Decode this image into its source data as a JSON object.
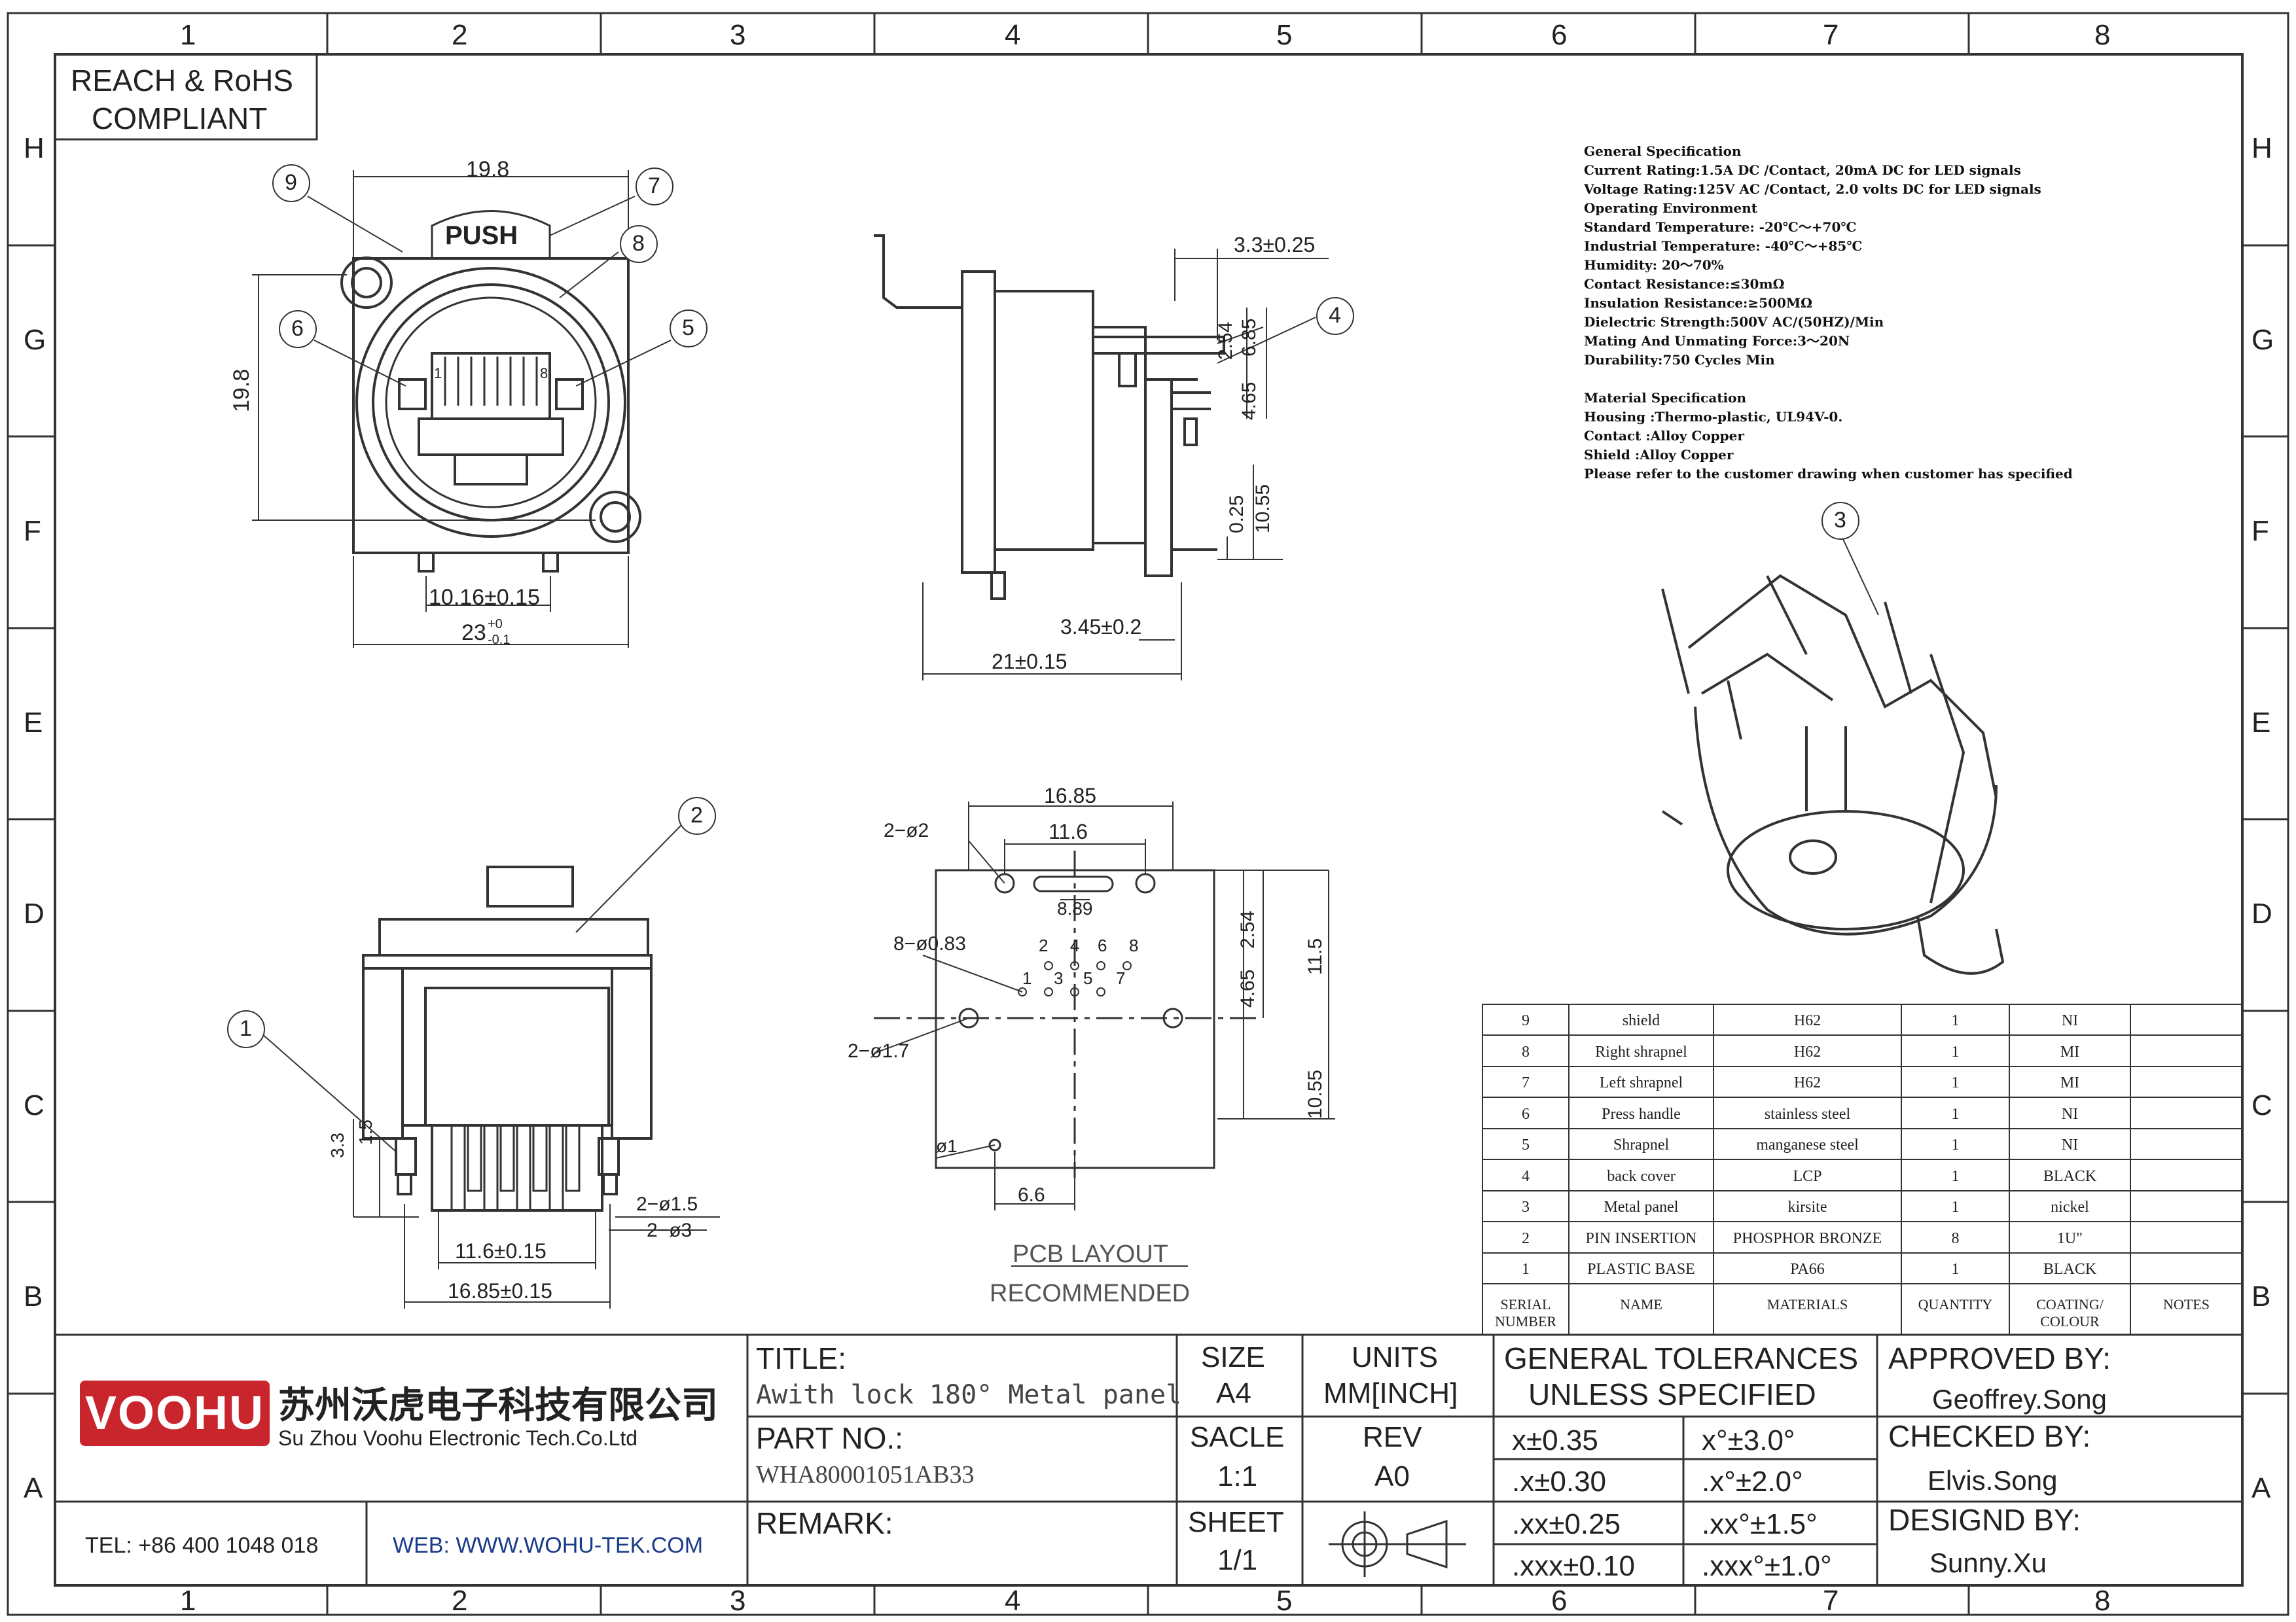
{
  "frame": {
    "columns": [
      "1",
      "2",
      "3",
      "4",
      "5",
      "6",
      "7",
      "8"
    ],
    "rows": [
      "H",
      "G",
      "F",
      "E",
      "D",
      "C",
      "B",
      "A"
    ]
  },
  "compliance": {
    "line1": "REACH & RoHS",
    "line2": "COMPLIANT"
  },
  "front_view": {
    "dim_width": "19.8",
    "dim_height": "19.8",
    "dim_pin_pitch": "10.16±0.15",
    "dim_overall_base": "23",
    "dim_overall_tol_upper": "+0",
    "dim_overall_tol_lower": "-0.1",
    "push_label": "PUSH",
    "pin_first": "1",
    "pin_last": "8",
    "balloons": [
      "9",
      "7",
      "8",
      "6",
      "5"
    ]
  },
  "side_view": {
    "dim_top": "3.3±0.25",
    "dim_254": "2.54",
    "dim_685": "6.85",
    "dim_465": "4.65",
    "dim_025": "0.25",
    "dim_1055": "10.55",
    "dim_345": "3.45±0.2",
    "dim_21": "21±0.15",
    "balloon": "4"
  },
  "bottom_view": {
    "dim_33": "3.3",
    "dim_15": "1.5",
    "dim_d15": "2−ø1.5",
    "dim_d3": "2−ø3",
    "dim_116": "11.6±0.15",
    "dim_1685": "16.85±0.15",
    "balloons": [
      "2",
      "1"
    ]
  },
  "pcb_layout": {
    "dim_1685": "16.85",
    "dim_116": "11.6",
    "dim_889": "8.89",
    "dim_d2": "2−ø2",
    "dim_d083": "8−ø0.83",
    "dim_d17": "2−ø1.7",
    "dim_254": "2.54",
    "dim_465": "4.65",
    "dim_115": "11.5",
    "dim_1055": "10.55",
    "dim_d1": "ø1",
    "dim_66": "6.6",
    "pins_top": [
      "2",
      "4",
      "6",
      "8"
    ],
    "pins_bottom": [
      "1",
      "3",
      "5",
      "7"
    ],
    "caption1": "PCB LAYOUT",
    "caption2": "RECOMMENDED"
  },
  "spec": [
    "General Specification",
    "Current Rating:1.5A DC /Contact, 20mA DC for LED signals",
    "Voltage Rating:125V AC /Contact, 2.0 volts DC for LED signals",
    "Operating Environment",
    "Standard Temperature:  -20℃～+70℃",
    "Industrial Temperature:  -40℃～+85℃",
    "Humidity: 20～70%",
    "Contact Resistance:≤30mΩ",
    "Insulation Resistance:≥500MΩ",
    "Dielectric Strength:500V AC/(50HZ)/Min",
    "Mating And Unmating Force:3～20N",
    "Durability:750 Cycles Min",
    "",
    "Material Specification",
    "Housing :Thermo-plastic, UL94V-0.",
    "Contact :Alloy Copper",
    "Shield  :Alloy Copper",
    "Please refer to the customer drawing when customer has specified"
  ],
  "iso_view": {
    "balloon": "3"
  },
  "bom": {
    "headers": [
      "SERIAL NUMBER",
      "NAME",
      "MATERIALS",
      "QUANTITY",
      "COATING/ COLOUR",
      "NOTES"
    ],
    "rows": [
      [
        "9",
        "shield",
        "H62",
        "1",
        "NI",
        ""
      ],
      [
        "8",
        "Right shrapnel",
        "H62",
        "1",
        "MI",
        ""
      ],
      [
        "7",
        "Left shrapnel",
        "H62",
        "1",
        "MI",
        ""
      ],
      [
        "6",
        "Press handle",
        "stainless steel",
        "1",
        "NI",
        ""
      ],
      [
        "5",
        "Shrapnel",
        "manganese steel",
        "1",
        "NI",
        ""
      ],
      [
        "4",
        "back cover",
        "LCP",
        "1",
        "BLACK",
        ""
      ],
      [
        "3",
        "Metal panel",
        "kirsite",
        "1",
        "nickel",
        ""
      ],
      [
        "2",
        "PIN INSERTION",
        "PHOSPHOR BRONZE",
        "8",
        "1U\"",
        ""
      ],
      [
        "1",
        "PLASTIC BASE",
        "PA66",
        "1",
        "BLACK",
        ""
      ]
    ]
  },
  "title_block": {
    "logo": "VOOHU",
    "company_cn": "苏州沃虎电子科技有限公司",
    "company_en": "Su Zhou Voohu Electronic Tech.Co.Ltd",
    "tel": "TEL: +86 400 1048 018",
    "web": "WEB: WWW.WOHU-TEK.COM",
    "title_label": "TITLE:",
    "title_value": "Awith lock 180° Metal panel",
    "part_label": "PART NO.:",
    "part_value": "WHA80001051AB33",
    "remark_label": "REMARK:",
    "size_label": "SIZE",
    "size_value": "A4",
    "units_label": "UNITS",
    "units_value": "MM[INCH]",
    "scale_label": "SACLE",
    "scale_value": "1:1",
    "rev_label": "REV",
    "rev_value": "A0",
    "sheet_label": "SHEET",
    "sheet_value": "1/1",
    "tol_header1": "GENERAL TOLERANCES",
    "tol_header2": "UNLESS SPECIFIED",
    "tol_rows": [
      [
        "x±0.35",
        "x°±3.0°"
      ],
      [
        ".x±0.30",
        ".x°±2.0°"
      ],
      [
        ".xx±0.25",
        ".xx°±1.5°"
      ],
      [
        ".xxx±0.10",
        ".xxx°±1.0°"
      ]
    ],
    "approved_label": "APPROVED BY:",
    "approved_value": "Geoffrey.Song",
    "checked_label": "CHECKED BY:",
    "checked_value": "Elvis.Song",
    "designed_label": "DESIGND BY:",
    "designed_value": "Sunny.Xu"
  }
}
